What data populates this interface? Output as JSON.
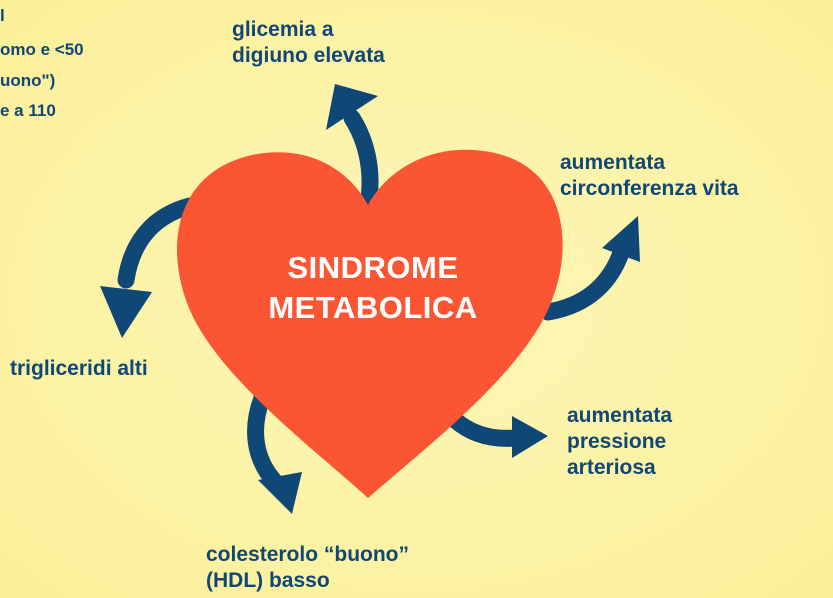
{
  "center_title": "SINDROME\nMETABOLICA",
  "top_left_note": [
    "l",
    "omo e <50",
    "uono\")",
    "e a 110"
  ],
  "labels": {
    "glicemia": "glicemia a\ndigiuno elevata",
    "circonferenza": "aumentata\ncirconferenza vita",
    "pressione": "aumentata\npressione\narteriosa",
    "colesterolo": "colesterolo “buono”\n(HDL) basso",
    "trigliceridi": "trigliceridi alti"
  },
  "colors": {
    "background": "#fdf4a8",
    "heart": "#fb5634",
    "arrow": "#0f4777",
    "text": "#0f4777",
    "title_text": "#ffffff"
  }
}
